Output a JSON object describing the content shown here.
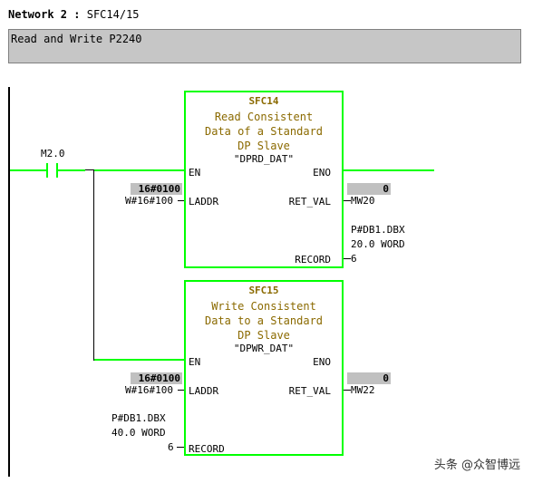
{
  "network": {
    "label": "Network 2",
    "separator": ":",
    "title": "SFC14/15"
  },
  "comment": "Read and Write P2240",
  "contact": {
    "address": "M2.0"
  },
  "block1": {
    "name": "SFC14",
    "desc1": "Read Consistent",
    "desc2": "Data of a Standard",
    "desc3": "DP Slave",
    "instance": "\"DPRD_DAT\"",
    "pin_en": "EN",
    "pin_eno": "ENO",
    "pin_laddr": "LADDR",
    "pin_retval": "RET_VAL",
    "pin_record": "RECORD",
    "laddr_status": "16#0100",
    "laddr_value": "W#16#100",
    "retval_status": "0",
    "retval_value": "MW20",
    "record_line1": "P#DB1.DBX",
    "record_line2": "20.0 WORD",
    "record_value": "6"
  },
  "block2": {
    "name": "SFC15",
    "desc1": "Write Consistent",
    "desc2": "Data to a Standard",
    "desc3": "DP Slave",
    "instance": "\"DPWR_DAT\"",
    "pin_en": "EN",
    "pin_eno": "ENO",
    "pin_laddr": "LADDR",
    "pin_retval": "RET_VAL",
    "pin_record": "RECORD",
    "laddr_status": "16#0100",
    "laddr_value": "W#16#100",
    "retval_status": "0",
    "retval_value": "MW22",
    "record_line1": "P#DB1.DBX",
    "record_line2": "40.0 WORD",
    "record_value": "6"
  },
  "watermark": "头条 @众智博远",
  "colors": {
    "power_flow": "#00ff00",
    "status_bg": "#c0c0c0",
    "block_text": "#8b6a00",
    "comment_bg": "#c6c6c6"
  }
}
